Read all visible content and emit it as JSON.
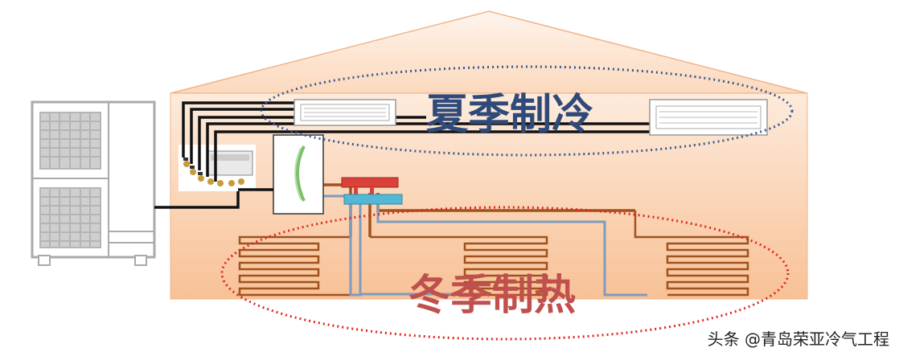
{
  "labels": {
    "summer": "夏季制冷",
    "winter": "冬季制热"
  },
  "watermark": "头条 @青岛荣亚冷气工程",
  "colors": {
    "wall_top": "#fbe2cd",
    "wall_bottom": "#f8c196",
    "roof_stroke": "#f0b48a",
    "summer_ellipse": "#3b5a8c",
    "winter_ellipse": "#e0261f",
    "hot_pipe": "#a0521d",
    "cold_pipe": "#7d9cbf",
    "manifold_hot": "#d9413a",
    "manifold_cold": "#53b8d6",
    "refrigerant_line": "#111111"
  }
}
